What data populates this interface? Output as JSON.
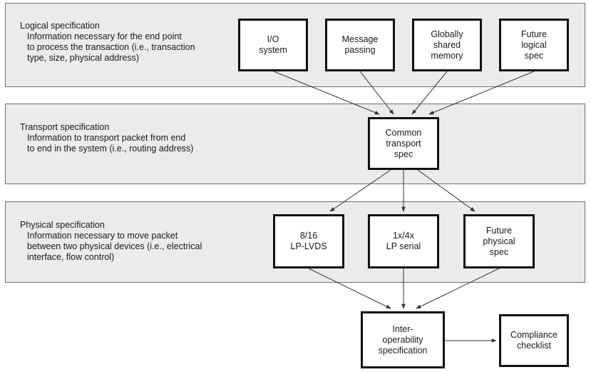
{
  "layers": {
    "logical": {
      "title": "Logical specification",
      "description": "Information necessary for the end point\nto process the transaction (i.e., transaction\ntype, size, physical address)"
    },
    "transport": {
      "title": "Transport specification",
      "description": "Information to transport packet from end\nto end in the system (i.e., routing address)"
    },
    "physical": {
      "title": "Physical specification",
      "description": "Information necessary to move packet\nbetween two physical devices (i.e., electrical\ninterface, flow control)"
    }
  },
  "boxes": {
    "io_system": "I/O\nsystem",
    "message_passing": "Message\npassing",
    "globally_shared_memory": "Globally\nshared\nmemory",
    "future_logical_spec": "Future\nlogical\nspec",
    "common_transport_spec": "Common\ntransport\nspec",
    "lp_lvds": "8/16\nLP-LVDS",
    "lp_serial": "1x/4x\nLP serial",
    "future_physical_spec": "Future\nphysical\nspec",
    "interoperability_spec": "Inter-\noperability\nspecification",
    "compliance_checklist": "Compliance\nchecklist"
  },
  "colors": {
    "layer_fill": "#ebebeb",
    "layer_border": "#6e6e6e",
    "box_fill": "#ffffff",
    "box_border": "#111111",
    "arrow": "#333333"
  }
}
